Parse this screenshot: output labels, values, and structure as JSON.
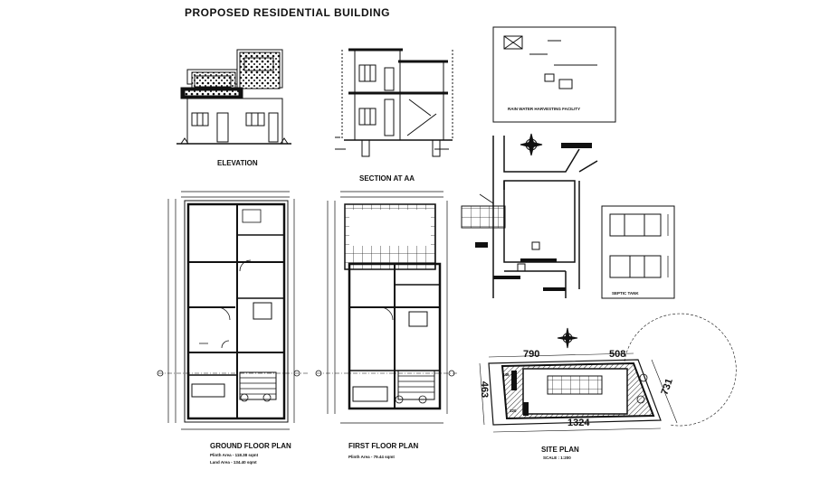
{
  "title": "PROPOSED  RESIDENTIAL BUILDING",
  "labels": {
    "elevation": "ELEVATION",
    "section": "SECTION AT AA",
    "ground_floor_plan": "GROUND FLOOR PLAN",
    "first_floor_plan": "FIRST FLOOR PLAN",
    "site_plan": "SITE PLAN",
    "septic_tank": "SEPTIC TANK",
    "rainwater": "RAIN WATER HARVESTING FACILITY"
  },
  "areas": {
    "ground_plinth": "Plinth Area - 118.38 sqmt",
    "ground_land": "Land Area - 134.40 sqmt",
    "first_plinth": "Plinth Area - 79.44 sqmt",
    "site_scale": "SCALE : 1:200"
  },
  "site_dims": {
    "top": "790",
    "top_right": "508",
    "left": "463",
    "right": "731",
    "bottom": "1324",
    "left_inner": "346",
    "bottom_inner": "320"
  },
  "colors": {
    "ink": "#111111",
    "paper": "#ffffff",
    "hatch": "#333333"
  }
}
